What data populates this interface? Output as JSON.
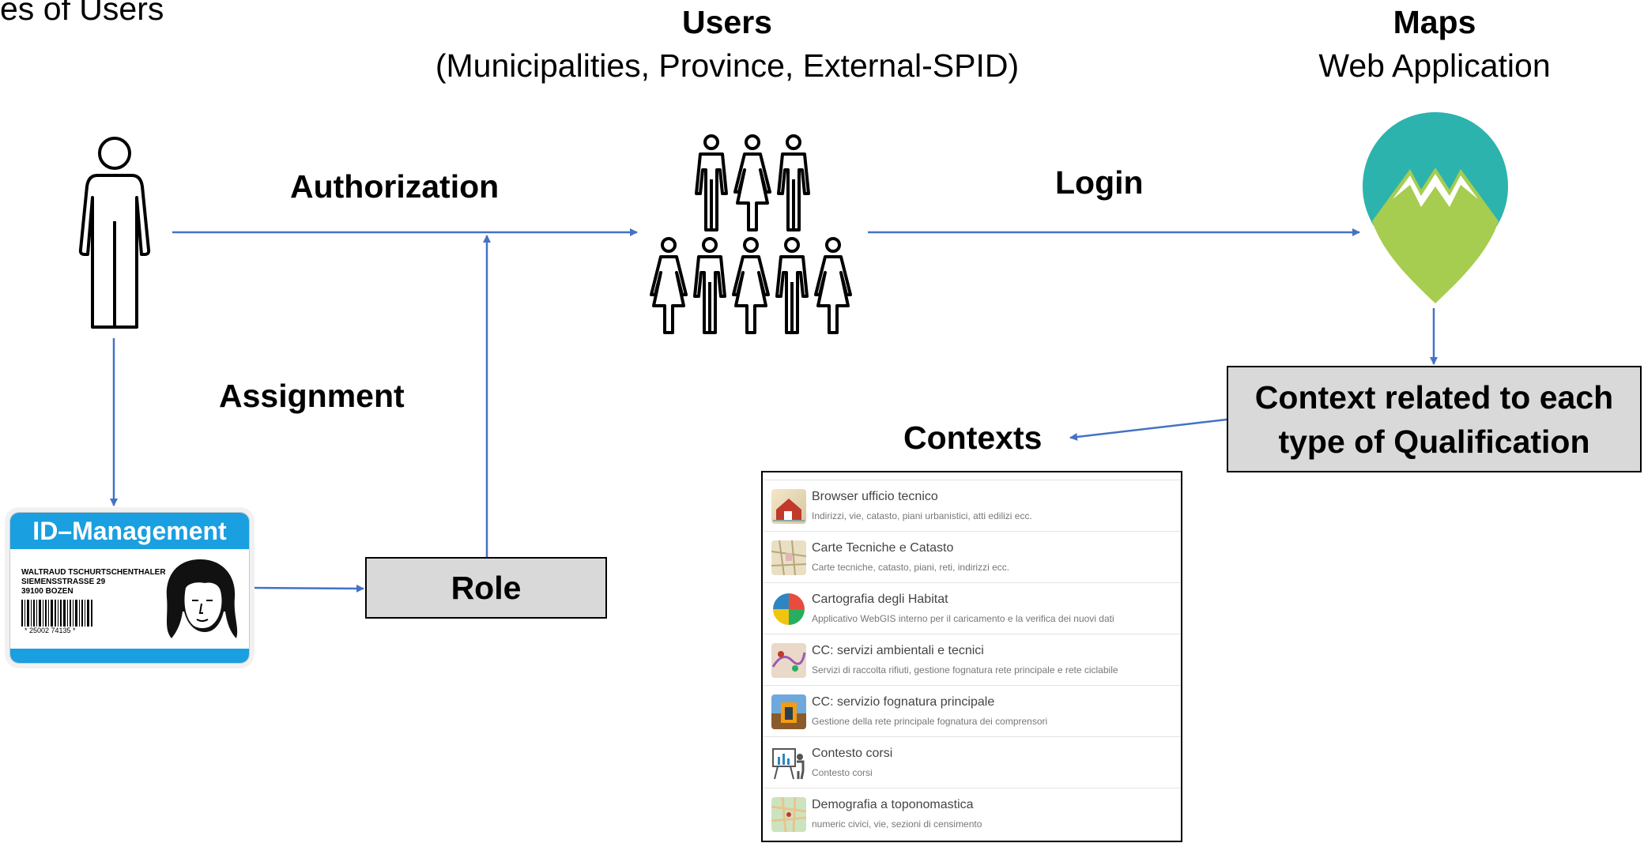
{
  "header": {
    "types_of_users_fragment": "es of Users",
    "users_title": "Users",
    "users_subtitle": "(Municipalities, Province, External-SPID)",
    "maps_title": "Maps",
    "maps_subtitle": "Web Application"
  },
  "labels": {
    "authorization": "Authorization",
    "login": "Login",
    "assignment": "Assignment",
    "contexts": "Contexts"
  },
  "id_card": {
    "title": "ID–Management",
    "name": "WALTRAUD TSCHURTSCHENTHALER",
    "street": "SIEMENSSTRASSE 29",
    "city": "39100 BOZEN",
    "barcode_number": "* 25002 74135 *",
    "accent_color": "#1a9fe0"
  },
  "boxes": {
    "role": "Role",
    "context_line1": "Context related to each",
    "context_line2": "type of Qualification"
  },
  "contexts_list": [
    {
      "title": "Browser ufficio tecnico",
      "subtitle": "Indirizzi, vie, catasto, piani urbanistici, atti edilizi ecc.",
      "icon": "house-map-icon"
    },
    {
      "title": "Carte Tecniche e Catasto",
      "subtitle": "Carte tecniche, catasto, piani, reti, indirizzi ecc.",
      "icon": "cadastral-map-icon"
    },
    {
      "title": "Cartografia degli Habitat",
      "subtitle": "Applicativo WebGIS interno per il caricamento e la verifica dei nuovi dati",
      "icon": "habitat-pie-icon"
    },
    {
      "title": "CC: servizi ambientali e tecnici",
      "subtitle": "Servizi di raccolta rifiuti, gestione fognatura rete principale e rete ciclabile",
      "icon": "environment-map-icon"
    },
    {
      "title": "CC: servizio fognatura principale",
      "subtitle": "Gestione della rete principale fognatura dei comprensori",
      "icon": "sewer-icon"
    },
    {
      "title": "Contesto corsi",
      "subtitle": "Contesto corsi",
      "icon": "presentation-board-icon"
    },
    {
      "title": "Demografia a toponomastica",
      "subtitle": "numeric civici, vie, sezioni di censimento",
      "icon": "demography-map-icon"
    }
  ],
  "colors": {
    "arrow": "#4472c4",
    "box_fill": "#d9d9d9",
    "logo_teal": "#2db3ad",
    "logo_green": "#a6cd4f"
  }
}
